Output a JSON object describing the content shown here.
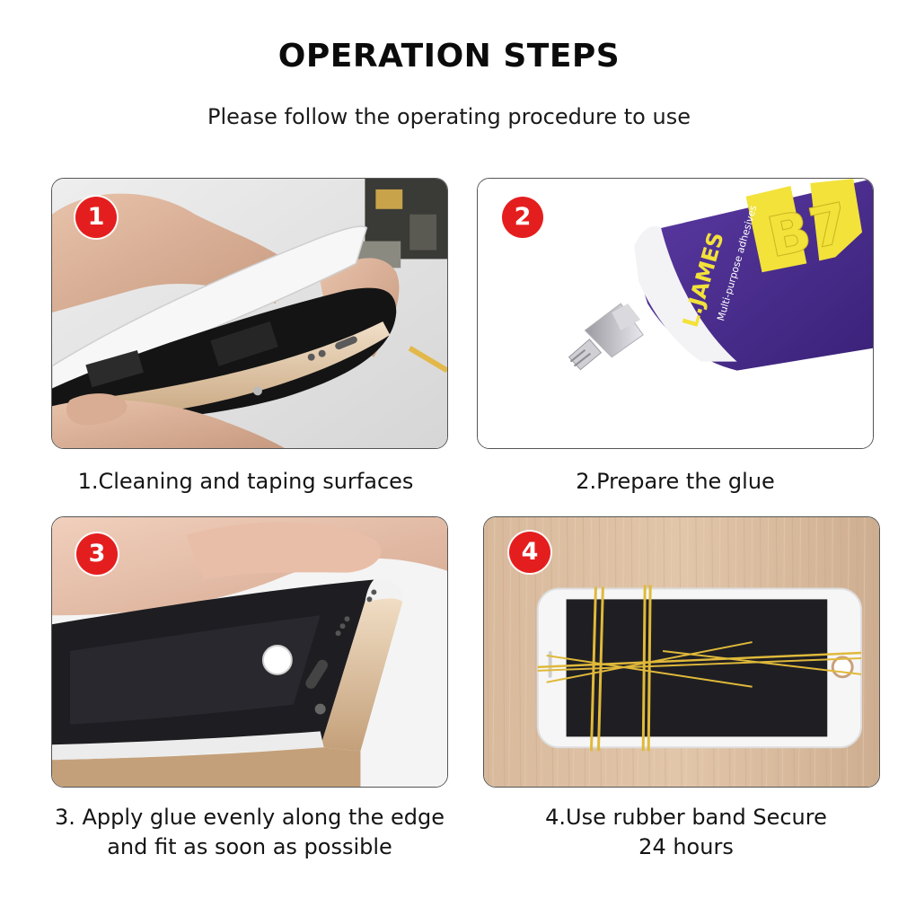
{
  "header": {
    "title": "OPERATION STEPS",
    "subtitle": "Please follow the operating procedure to use"
  },
  "steps": [
    {
      "number": "1",
      "caption": "1.Cleaning and taping surfaces"
    },
    {
      "number": "2",
      "caption": "2.Prepare the glue"
    },
    {
      "number": "3",
      "caption_line1": "3. Apply glue evenly along the edge",
      "caption_line2": "and fit as soon as possible"
    },
    {
      "number": "4",
      "caption_line1": "4.Use rubber band Secure",
      "caption_line2": "24 hours"
    }
  ],
  "product": {
    "brand": "L.JAMES",
    "model": "B7",
    "tagline": "Multi-purpose adhesives"
  },
  "colors": {
    "badge": "#e41e1e",
    "tube_purple": "#4b2d8f",
    "tube_yellow": "#f2e23a",
    "rubber_band": "#e0b93a",
    "phone_gold": "#d9bfa0"
  }
}
